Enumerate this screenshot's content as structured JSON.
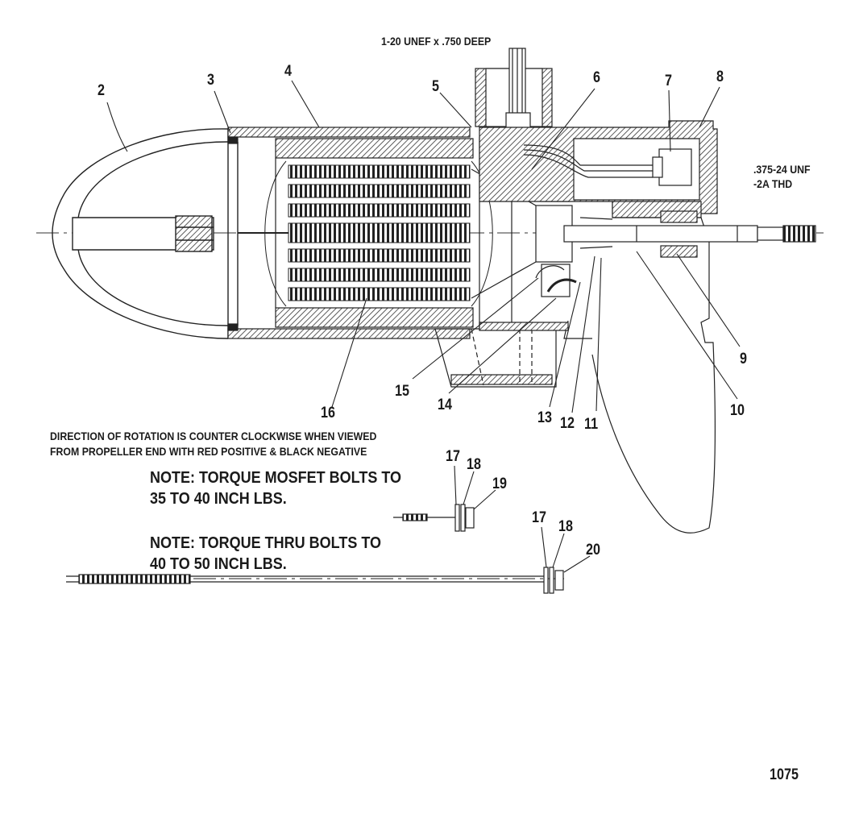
{
  "callouts": {
    "c2": "2",
    "c3": "3",
    "c4": "4",
    "c5": "5",
    "c6": "6",
    "c7": "7",
    "c8": "8",
    "c9": "9",
    "c10": "10",
    "c11": "11",
    "c12": "12",
    "c13": "13",
    "c14": "14",
    "c15": "15",
    "c16": "16",
    "c17a": "17",
    "c18a": "18",
    "c19": "19",
    "c17b": "17",
    "c18b": "18",
    "c20": "20"
  },
  "annotations": {
    "thread_top": "1-20 UNEF x .750 DEEP",
    "thread_shaft_line1": ".375-24 UNF",
    "thread_shaft_line2": "-2A THD",
    "rotation_line1": "DIRECTION OF ROTATION IS COUNTER CLOCKWISE WHEN VIEWED",
    "rotation_line2": "FROM PROPELLER END WITH RED POSITIVE & BLACK NEGATIVE"
  },
  "notes": {
    "mosfet_line1": "NOTE: TORQUE MOSFET BOLTS TO",
    "mosfet_line2": "35 TO 40 INCH LBS.",
    "thru_line1": "NOTE: TORQUE THRU BOLTS TO",
    "thru_line2": "40 TO 50 INCH LBS."
  },
  "page_number": "1075"
}
